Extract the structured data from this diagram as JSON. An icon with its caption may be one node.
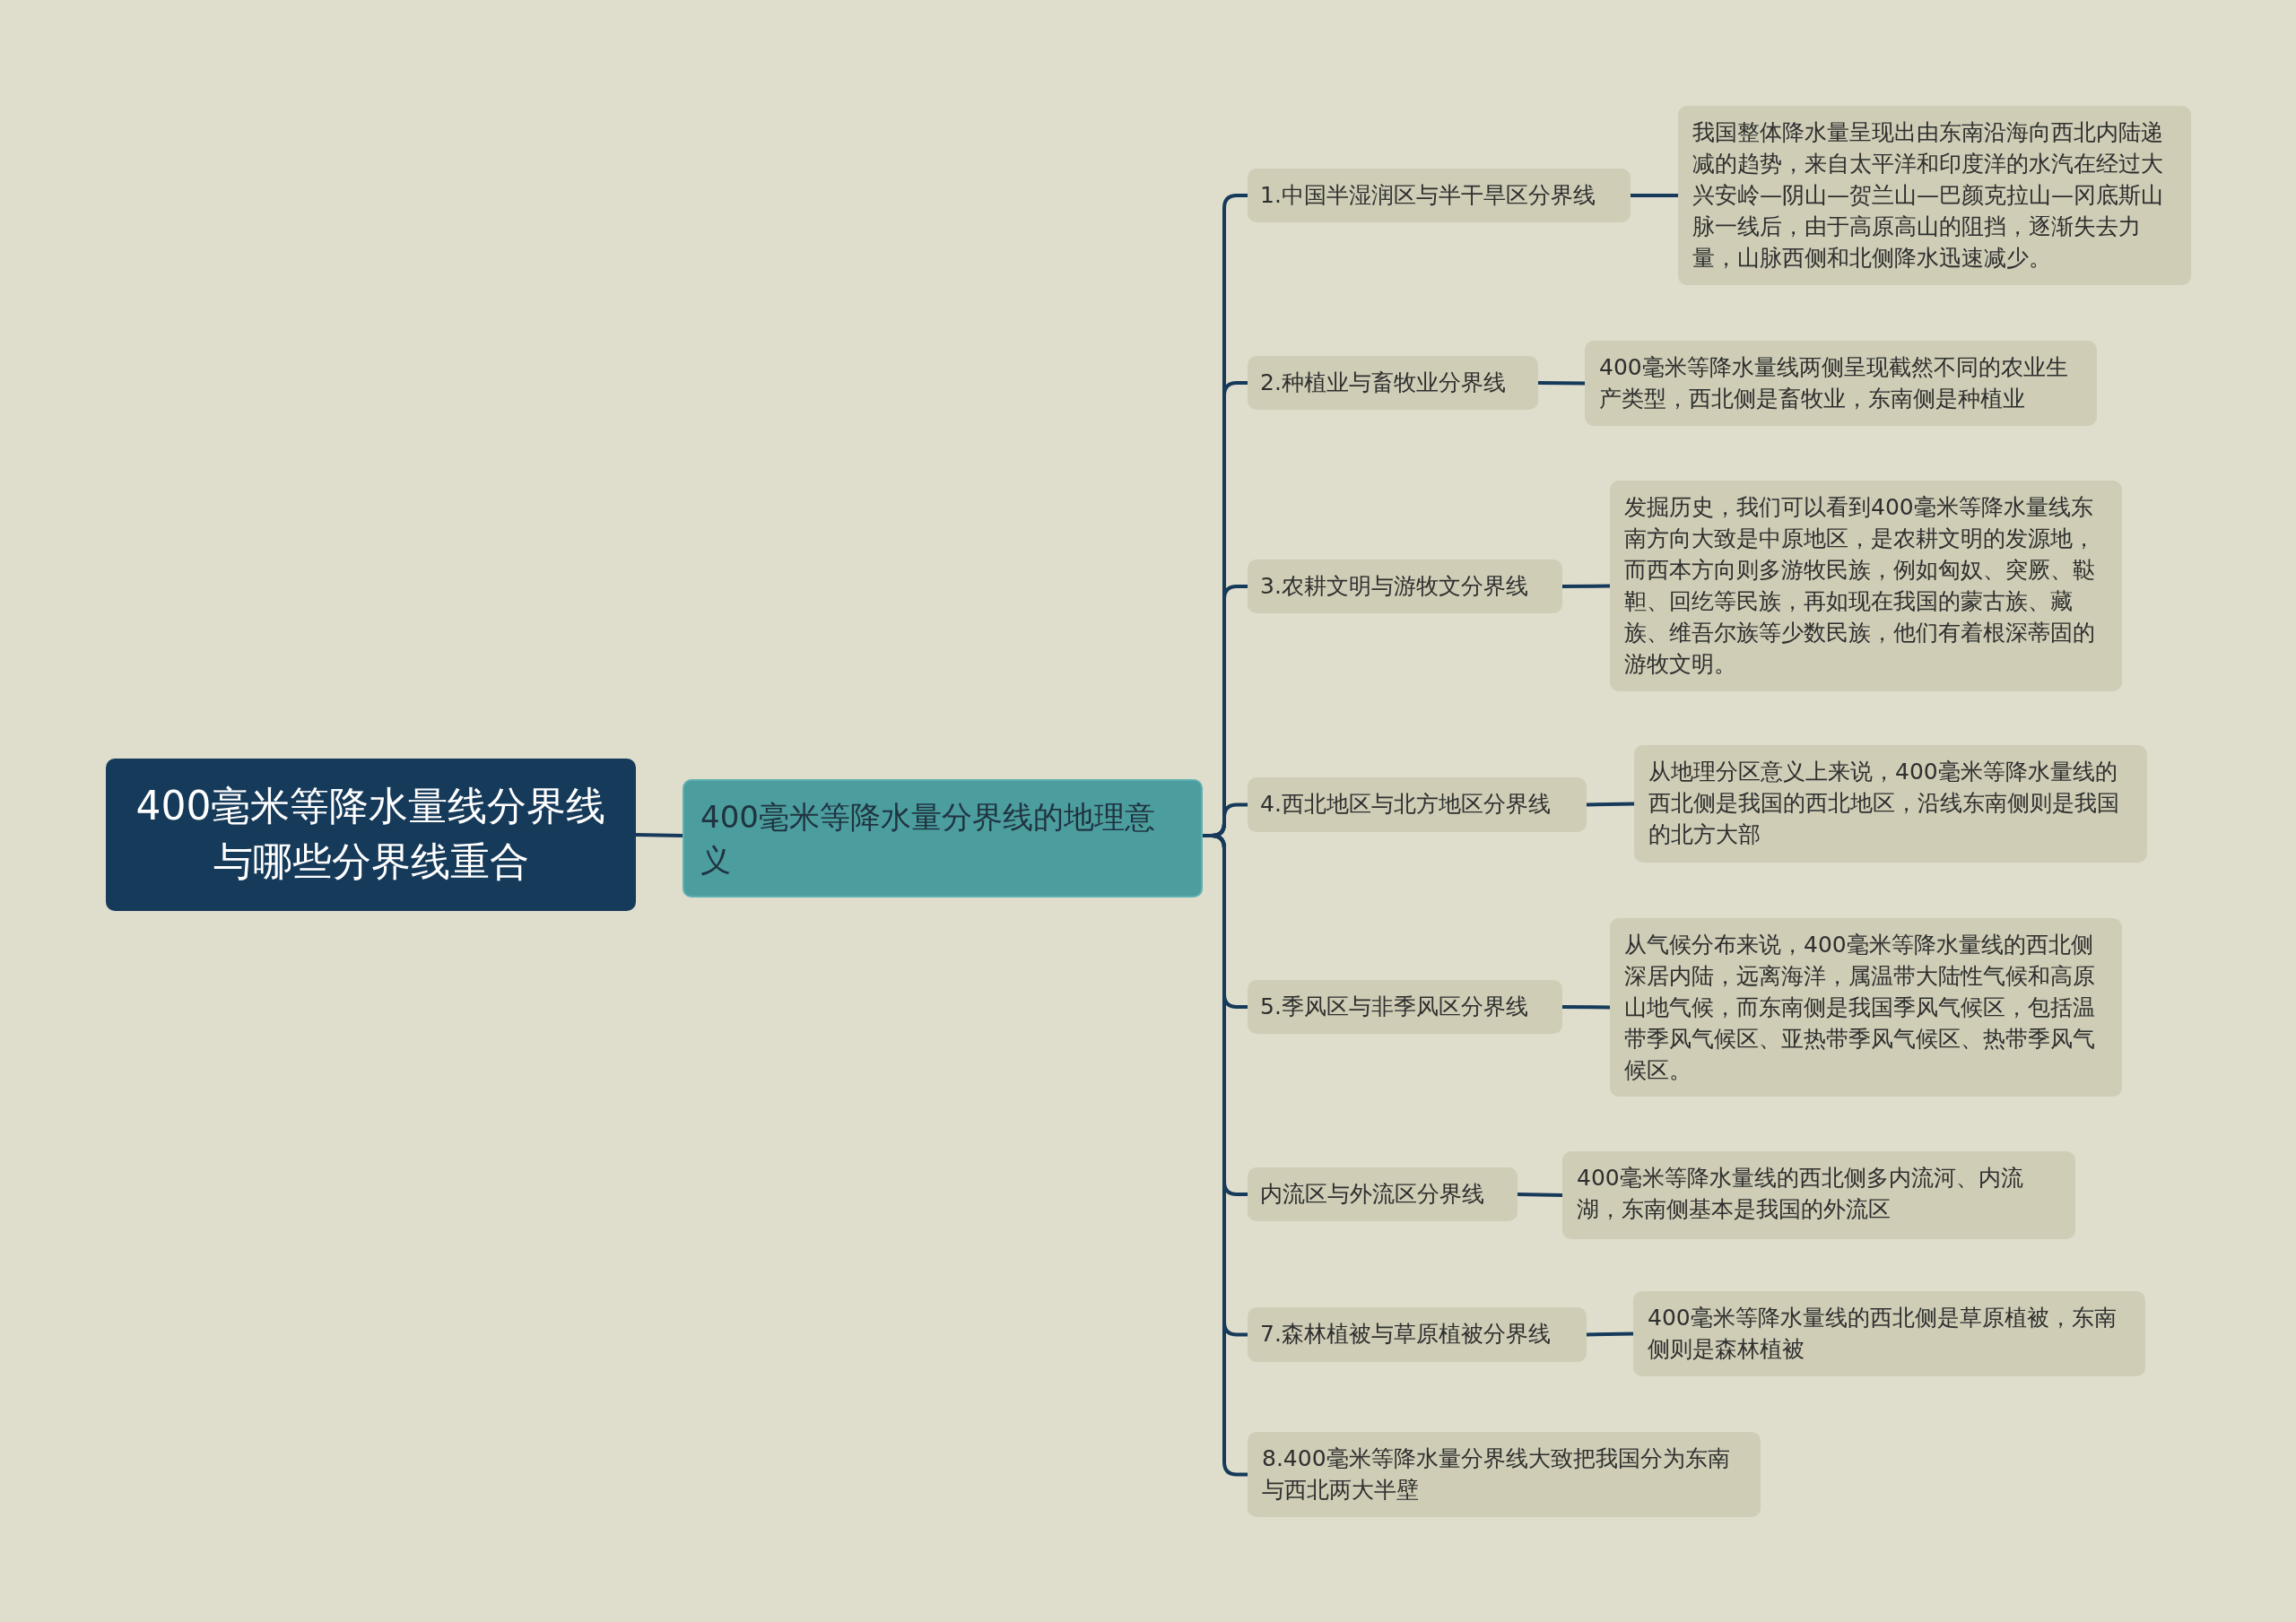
{
  "diagram": {
    "nodes": [
      {
        "text": [
          "400毫米等降水量线分界线与哪些分界线重合"
        ]
      },
      {
        "text": [
          "400毫米等降水量分界线的地理意义"
        ]
      },
      {
        "text": [
          "1.中国半湿润区与半干旱区分界线"
        ]
      },
      {
        "text": [
          "我国整体降水量呈现出由东南沿海向西北内陆递减的趋势，来自太平洋和印度洋的水汽在经过大兴安岭—阴山—贺兰山—巴颜克拉山—冈底斯山脉一线后，由于高原高山的阻挡，逐渐失去力量，山脉西侧和北侧降水迅速减少。"
        ]
      },
      {
        "text": [
          "2.种植业与畜牧业分界线"
        ]
      },
      {
        "text": [
          "400毫米等降水量线两侧呈现截然不同的农业生产类型，西北侧是畜牧业，东南侧是种植业"
        ]
      },
      {
        "text": [
          "3.农耕文明与游牧文分界线"
        ]
      },
      {
        "text": [
          "发掘历史，我们可以看到400毫米等降水量线东南方向大致是中原地区，是农耕文明的发源地，而西本方向则多游牧民族，例如匈奴、突厥、鞑靼、回纥等民族，再如现在我国的蒙古族、藏族、维吾尔族等少数民族，他们有着根深蒂固的游牧文明。"
        ]
      },
      {
        "text": [
          "4.西北地区与北方地区分界线"
        ]
      },
      {
        "text": [
          "从地理分区意义上来说，400毫米等降水量线的西北侧是我国的西北地区，沿线东南侧则是我国的北方大部"
        ]
      },
      {
        "text": [
          "5.季风区与非季风区分界线"
        ]
      },
      {
        "text": [
          "从气候分布来说，400毫米等降水量线的西北侧深居内陆，远离海洋，属温带大陆性气候和高原山地气候，而东南侧是我国季风气候区，包括温带季风气候区、亚热带季风气候区、热带季风气候区。"
        ]
      },
      {
        "text": [
          "内流区与外流区分界线"
        ]
      },
      {
        "text": [
          "400毫米等降水量线的西北侧多内流河、内流湖，东南侧基本是我国的外流区"
        ]
      },
      {
        "text": [
          "7.森林植被与草原植被分界线"
        ]
      },
      {
        "text": [
          "400毫米等降水量线的西北侧是草原植被，东南侧则是森林植被"
        ]
      },
      {
        "text": [
          "8.400毫米等降水量分界线大致把我国分为东南与西北两大半壁"
        ]
      }
    ],
    "edges": [
      {
        "from": 0,
        "to": 1,
        "arrow": "none"
      },
      {
        "from": 1,
        "to": 2,
        "arrow": "none"
      },
      {
        "from": 2,
        "to": 3,
        "arrow": "none"
      },
      {
        "from": 1,
        "to": 4,
        "arrow": "none"
      },
      {
        "from": 4,
        "to": 5,
        "arrow": "none"
      },
      {
        "from": 1,
        "to": 6,
        "arrow": "none"
      },
      {
        "from": 6,
        "to": 7,
        "arrow": "none"
      },
      {
        "from": 1,
        "to": 8,
        "arrow": "none"
      },
      {
        "from": 8,
        "to": 9,
        "arrow": "none"
      },
      {
        "from": 1,
        "to": 10,
        "arrow": "none"
      },
      {
        "from": 10,
        "to": 11,
        "arrow": "none"
      },
      {
        "from": 1,
        "to": 12,
        "arrow": "none"
      },
      {
        "from": 12,
        "to": 13,
        "arrow": "none"
      },
      {
        "from": 1,
        "to": 14,
        "arrow": "none"
      },
      {
        "from": 14,
        "to": 15,
        "arrow": "none"
      },
      {
        "from": 1,
        "to": 16,
        "arrow": "none"
      }
    ]
  }
}
